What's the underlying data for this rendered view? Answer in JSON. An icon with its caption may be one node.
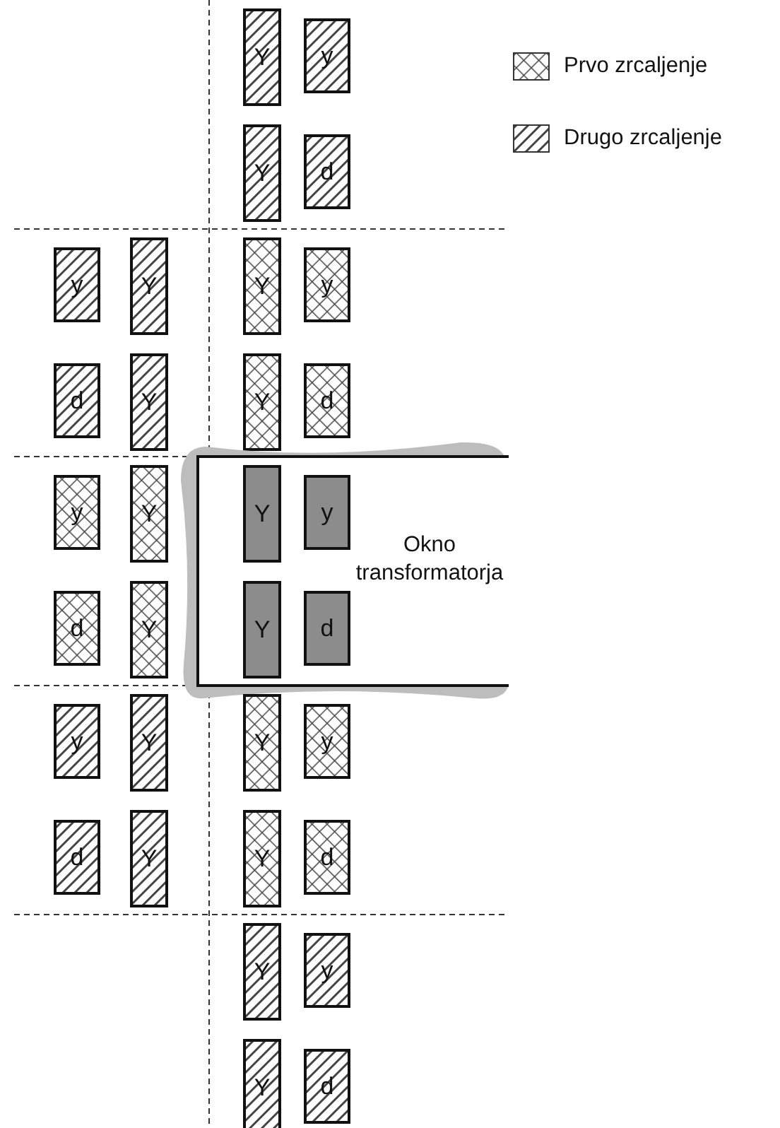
{
  "diagram": {
    "nodes": [
      {
        "text": [
          "Y"
        ]
      },
      {
        "text": [
          "y"
        ]
      },
      {
        "text": [
          "Y"
        ]
      },
      {
        "text": [
          "d"
        ]
      },
      {
        "text": [
          "y"
        ]
      },
      {
        "text": [
          "Y"
        ]
      },
      {
        "text": [
          "Y"
        ]
      },
      {
        "text": [
          "y"
        ]
      },
      {
        "text": [
          "d"
        ]
      },
      {
        "text": [
          "Y"
        ]
      },
      {
        "text": [
          "Y"
        ]
      },
      {
        "text": [
          "d"
        ]
      },
      {
        "text": [
          "y"
        ]
      },
      {
        "text": [
          "Y"
        ]
      },
      {
        "text": [
          "Okno transformatorja"
        ]
      },
      {
        "text": [
          "Y"
        ],
        "in": 14
      },
      {
        "text": [
          "y"
        ],
        "in": 14
      },
      {
        "text": [
          "d"
        ]
      },
      {
        "text": [
          "Y"
        ]
      },
      {
        "text": [
          "Y"
        ],
        "in": 14
      },
      {
        "text": [
          "d"
        ],
        "in": 14
      },
      {
        "text": [
          "y"
        ]
      },
      {
        "text": [
          "Y"
        ]
      },
      {
        "text": [
          "Y"
        ]
      },
      {
        "text": [
          "y"
        ]
      },
      {
        "text": [
          "d"
        ]
      },
      {
        "text": [
          "Y"
        ]
      },
      {
        "text": [
          "Y"
        ]
      },
      {
        "text": [
          "d"
        ]
      },
      {
        "text": [
          "Y"
        ]
      },
      {
        "text": [
          "y"
        ]
      },
      {
        "text": [
          "Y"
        ]
      },
      {
        "text": [
          "d"
        ]
      }
    ],
    "legend": [
      {
        "text": "Prvo zrcaljenje"
      },
      {
        "text": "Drugo zrcaljenje"
      }
    ]
  }
}
